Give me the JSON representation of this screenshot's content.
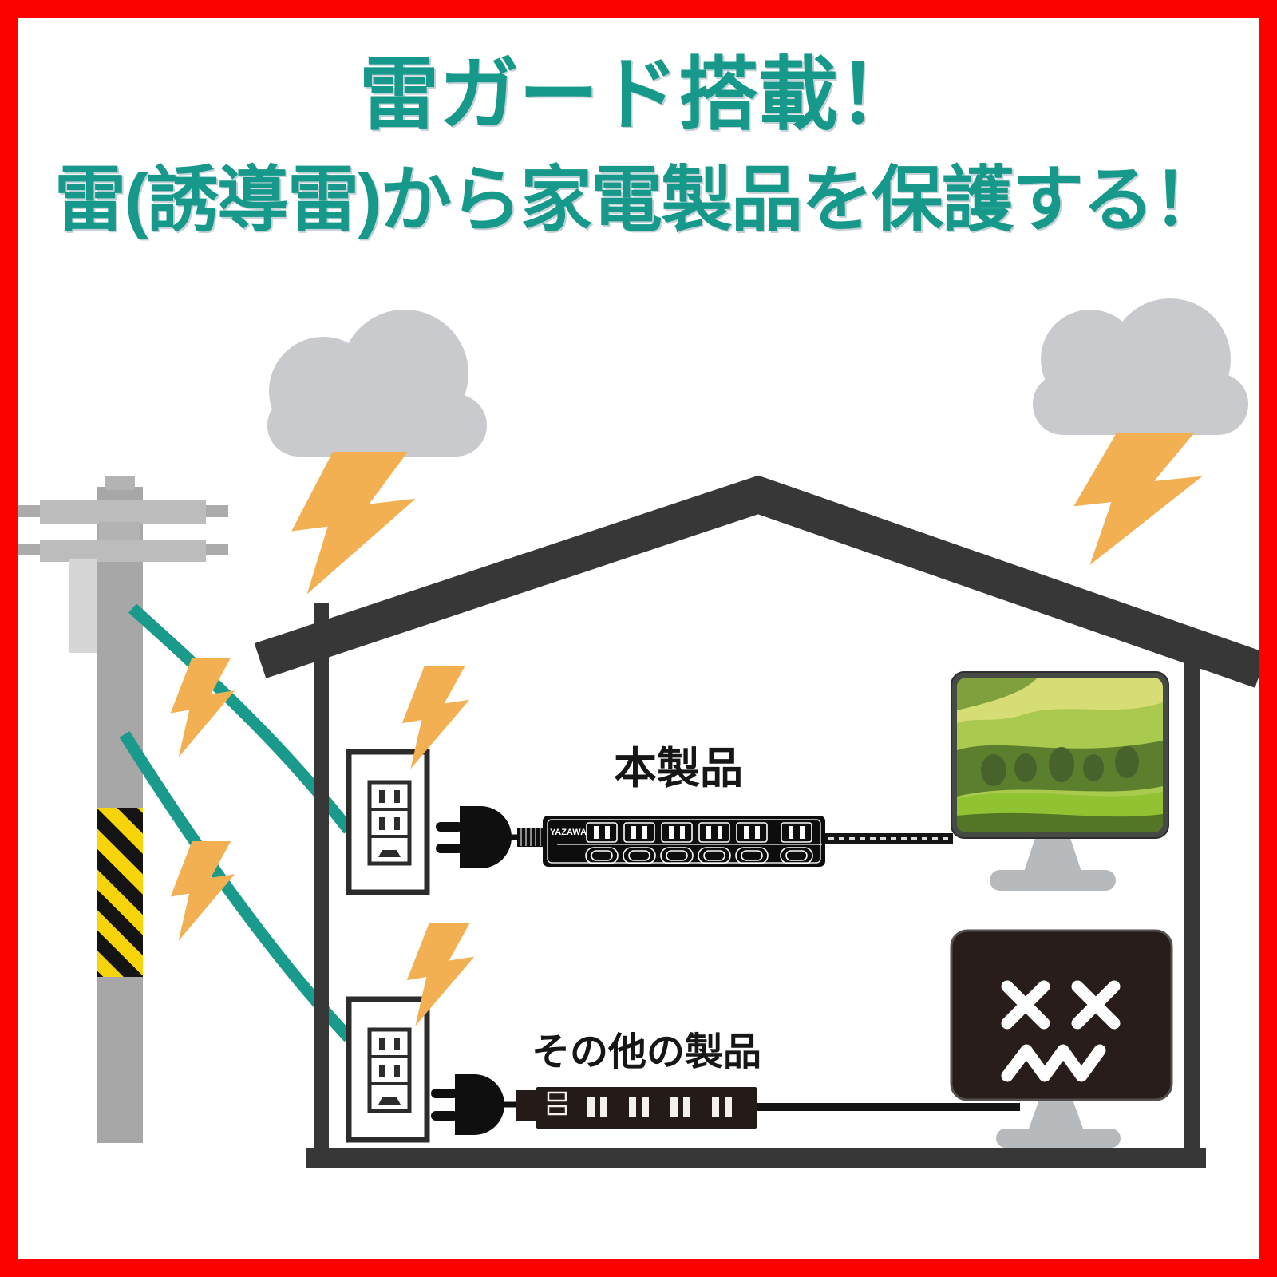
{
  "frame": {
    "border_color": "#fb0100",
    "background": "#ffffff"
  },
  "title": {
    "line1": "雷ガード搭載！",
    "line2": "雷(誘導雷)から家電製品を保護する！",
    "color": "#16998a"
  },
  "labels": {
    "this_product": "本製品",
    "other_products": "その他の製品"
  },
  "power_strip": {
    "brand": "YAZAWA",
    "outlet_count": 6,
    "switch_count": 6
  },
  "colors": {
    "wire_teal": "#1a9a8b",
    "lightning_yellow": "#f2b052",
    "cloud_gray": "#c9cacd",
    "house_dark": "#373737",
    "pole_gray": "#a7a7a7",
    "hazard_yellow": "#f6d409",
    "hazard_black": "#141414",
    "dead_screen": "#281d1a",
    "stand_gray": "#b7babc",
    "strip_black": "#0d0d0d"
  }
}
